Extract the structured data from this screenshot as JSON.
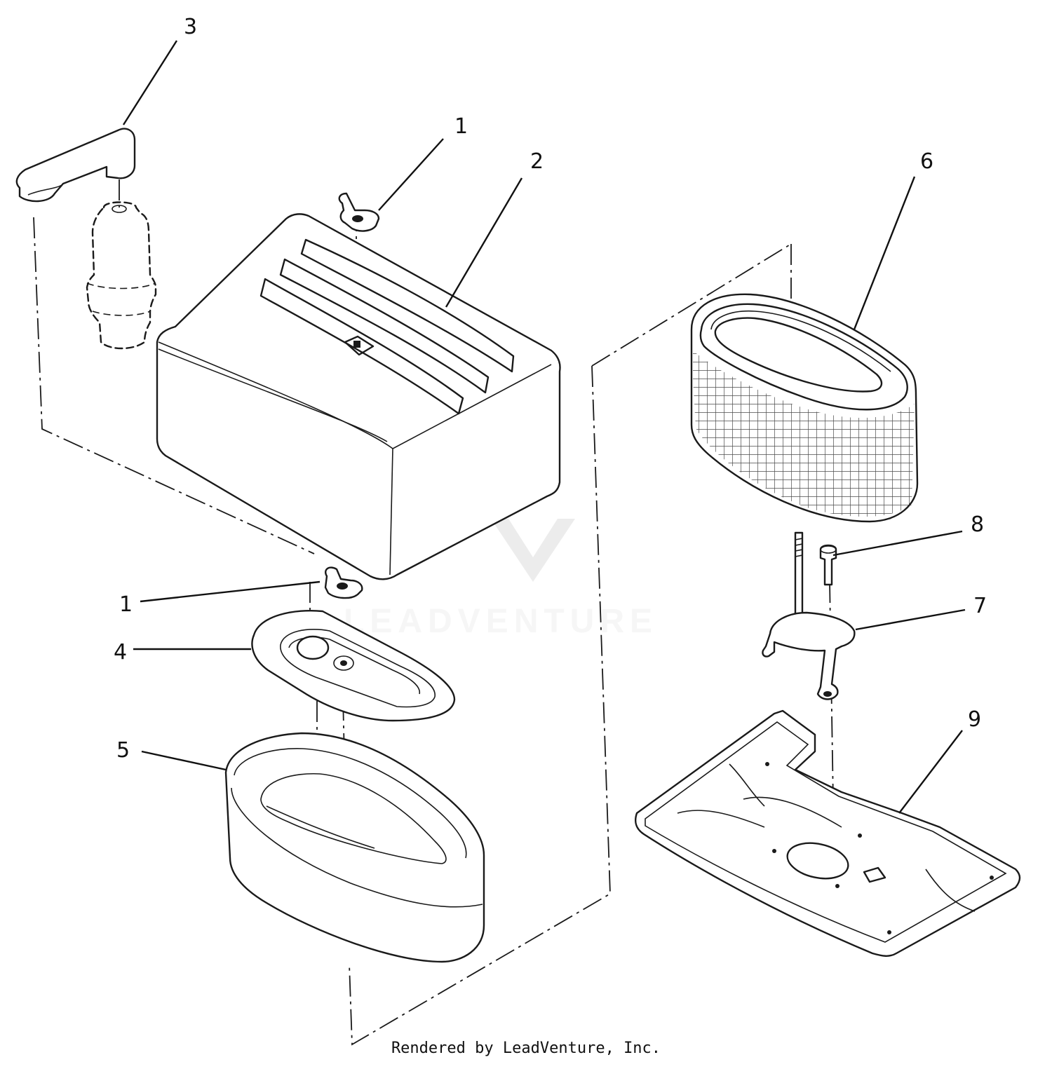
{
  "callouts": {
    "c1_top": "1",
    "c1_bottom": "1",
    "c2": "2",
    "c3": "3",
    "c4": "4",
    "c5": "5",
    "c6": "6",
    "c7": "7",
    "c8": "8",
    "c9": "9"
  },
  "watermark": "LEADVENTURE",
  "footer": "Rendered by LeadVenture, Inc.",
  "colors": {
    "line": "#1a1a1a",
    "background": "#ffffff",
    "watermark": "#d9d9d9"
  }
}
